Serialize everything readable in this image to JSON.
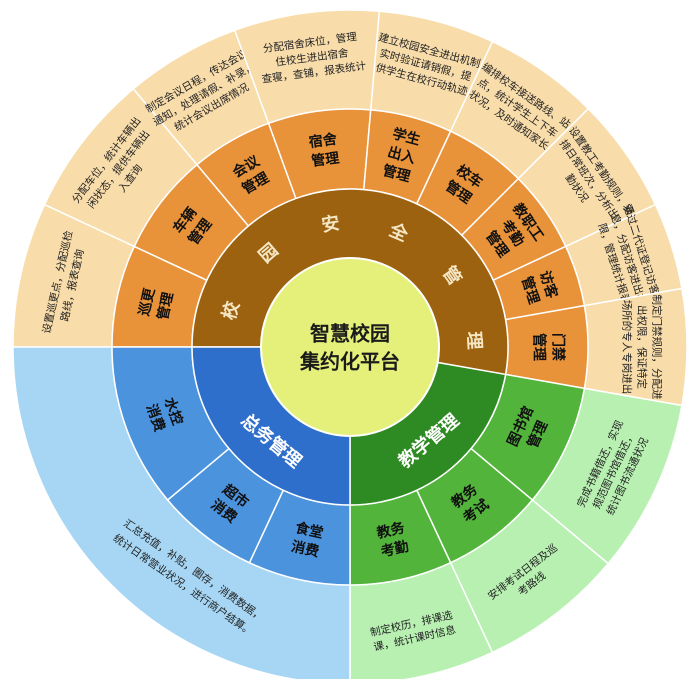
{
  "center": {
    "line1": "智慧校园",
    "line2": "集约化平台"
  },
  "colors": {
    "center_fill": "#e4f07a",
    "safety": {
      "ring": "#9c6210",
      "sector": "#e8923a",
      "outer": "#f8dcaa"
    },
    "logistics": {
      "ring": "#2f6fcc",
      "sector": "#4c93de",
      "outer": "#a6d6f4"
    },
    "teaching": {
      "ring": "#2e8a22",
      "sector": "#52b43a",
      "outer": "#b8f0b2"
    },
    "divider": "#ffffff"
  },
  "rings": {
    "safety": [
      "校",
      "园",
      "安",
      "全",
      "管",
      "理"
    ],
    "logistics": "总务管理",
    "teaching": "教学管理"
  },
  "modules": [
    {
      "id": "xungeng",
      "group": "safety",
      "lines": [
        "巡更",
        "管理"
      ],
      "desc": [
        "设置巡更点，分配巡检",
        "路线，报表查询"
      ]
    },
    {
      "id": "cheliang",
      "group": "safety",
      "lines": [
        "车辆",
        "管理"
      ],
      "desc": [
        "分配车位，统计车辆出",
        "闲状态，提供车辆出",
        "入查询"
      ]
    },
    {
      "id": "huiyi",
      "group": "safety",
      "lines": [
        "会议",
        "管理"
      ],
      "desc": [
        "制定会议日程，传达会议",
        "通知，处理请假、补录，",
        "统计会议出席情况"
      ]
    },
    {
      "id": "sushe",
      "group": "safety",
      "lines": [
        "宿舍",
        "管理"
      ],
      "desc": [
        "分配宿舍床位，管理",
        "住校生进出宿舍",
        "查寝，查铺，报表统计"
      ]
    },
    {
      "id": "xuesheng",
      "group": "safety",
      "lines": [
        "学生",
        "出入",
        "管理"
      ],
      "desc": [
        "建立校园安全进出机制",
        "实时验证请销假，提",
        "供学生在校行动轨迹"
      ]
    },
    {
      "id": "xiaoche",
      "group": "safety",
      "lines": [
        "校车",
        "管理"
      ],
      "desc": [
        "编排校车接送路线、站",
        "点，统计学生上下车",
        "状况，及时通知家长"
      ]
    },
    {
      "id": "jiaozhigong",
      "group": "safety",
      "lines": [
        "教职工",
        "考勤",
        "管理"
      ],
      "desc": [
        "设置教工考勤规则，安",
        "排日常班次，分析出",
        "勤状况"
      ]
    },
    {
      "id": "fangke",
      "group": "safety",
      "lines": [
        "访客",
        "管理"
      ],
      "desc": [
        "通过二代证登记访客信",
        "息，分配访客进出权",
        "限，管理统计报表"
      ]
    },
    {
      "id": "menjin",
      "group": "safety",
      "lines": [
        "门禁",
        "管理"
      ],
      "desc": [
        "制定门禁规则，分配进",
        "出权限，保证特定",
        "场所的专人专岗进出"
      ]
    },
    {
      "id": "tushuguan",
      "group": "teaching",
      "lines": [
        "图书馆",
        "管理"
      ],
      "desc": [
        "完成书籍借还，实现",
        "规范图书馆借还，",
        "统计图书流通状况"
      ]
    },
    {
      "id": "kaoshi",
      "group": "teaching",
      "lines": [
        "教务",
        "考试"
      ],
      "desc": [
        "安排考试日程及巡",
        "考路线"
      ]
    },
    {
      "id": "kaoqin",
      "group": "teaching",
      "lines": [
        "教务",
        "考勤"
      ],
      "desc": [
        "制定校历，排课选",
        "课，统计课时信息"
      ]
    },
    {
      "id": "shitang",
      "group": "logistics",
      "lines": [
        "食堂",
        "消费"
      ]
    },
    {
      "id": "chaoshi",
      "group": "logistics",
      "lines": [
        "超市",
        "消费"
      ]
    },
    {
      "id": "shuikong",
      "group": "logistics",
      "lines": [
        "水控",
        "消费"
      ]
    }
  ],
  "logistics_desc": [
    "汇总充值，补贴，圈存，消费数据，",
    "统计日常营业状况，进行商户结算。"
  ]
}
